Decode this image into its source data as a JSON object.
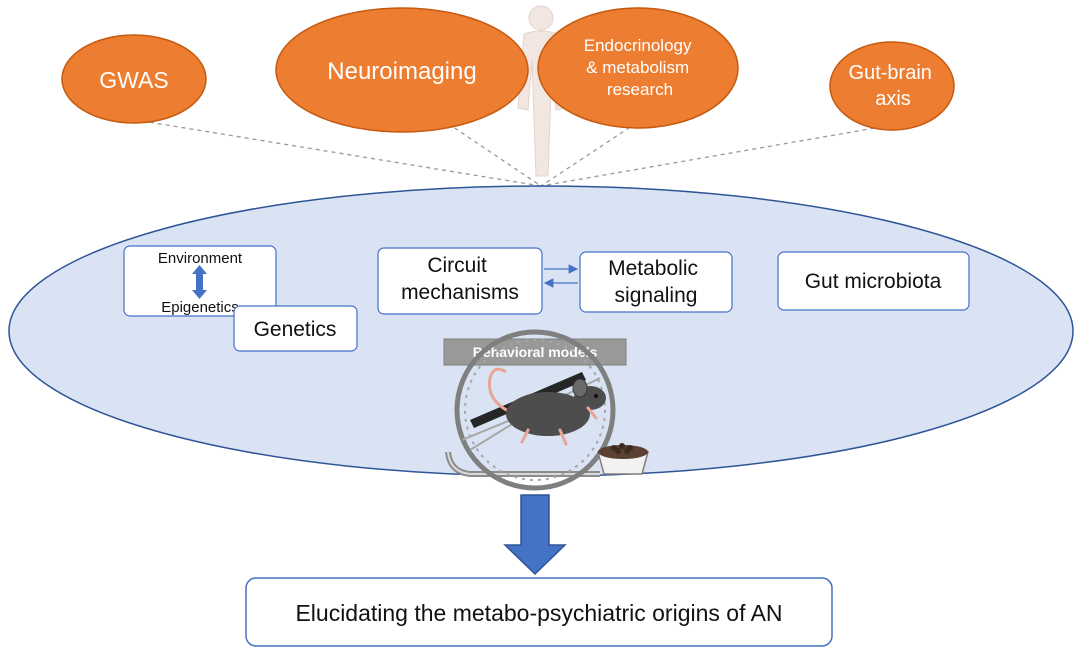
{
  "top_topics": [
    {
      "label": "GWAS"
    },
    {
      "label": "Neuroimaging"
    },
    {
      "label_lines": [
        "Endocrinology",
        "& metabolism",
        "research"
      ]
    },
    {
      "label_lines": [
        "Gut-brain",
        "axis"
      ]
    }
  ],
  "inner": {
    "environment": "Environment",
    "epigenetics": "Epigenetics",
    "genetics": "Genetics",
    "circuit_lines": [
      "Circuit",
      "mechanisms"
    ],
    "metabolic_lines": [
      "Metabolic",
      "signaling"
    ],
    "gut_microbiota": "Gut microbiota",
    "behavioral_models": "Behavioral models"
  },
  "conclusion": "Elucidating the metabo-psychiatric origins of AN",
  "colors": {
    "oval_fill": "#ED7D31",
    "oval_stroke": "#C55A11",
    "ellipse_fill": "#DAE3F3",
    "ellipse_stroke": "#2F5597",
    "box_stroke": "#4472C4",
    "arrow_fill": "#4472C4",
    "label_bar": "#999999"
  }
}
